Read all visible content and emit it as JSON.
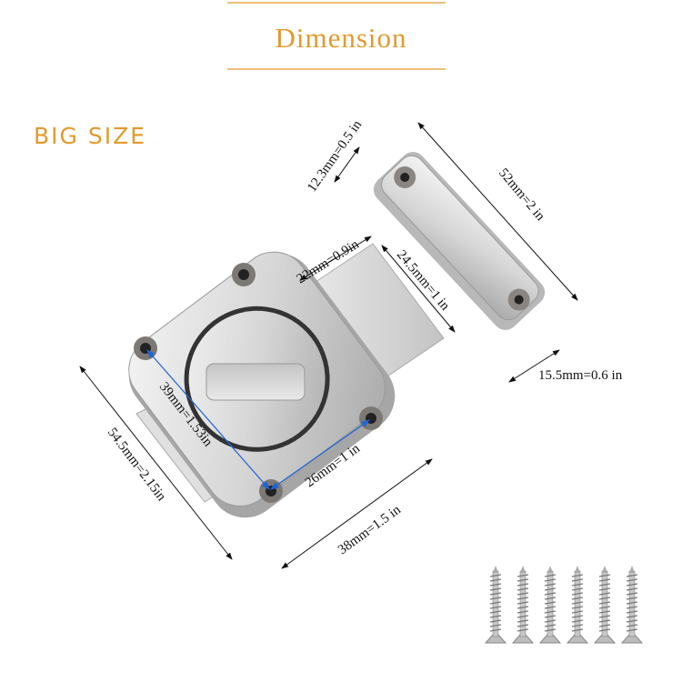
{
  "header": {
    "title": "Dimension",
    "accent_color": "#e39a2c"
  },
  "badge": {
    "label": "BIG SIZE"
  },
  "dimensions": {
    "strike_width": "12.3mm=0.5 in",
    "strike_length": "52mm=2 in",
    "bolt_width": "22mm=0.9in",
    "bolt_length": "24.5mm=1 in",
    "strike_depth": "15.5mm=0.6 in",
    "hole_diagonal": "39mm=1.53in",
    "hole_spacing": "26mm=1 in",
    "body_height": "54.5mm=2.15in",
    "body_width": "38mm=1.5 in"
  },
  "accessories": {
    "screw_count": 6
  }
}
